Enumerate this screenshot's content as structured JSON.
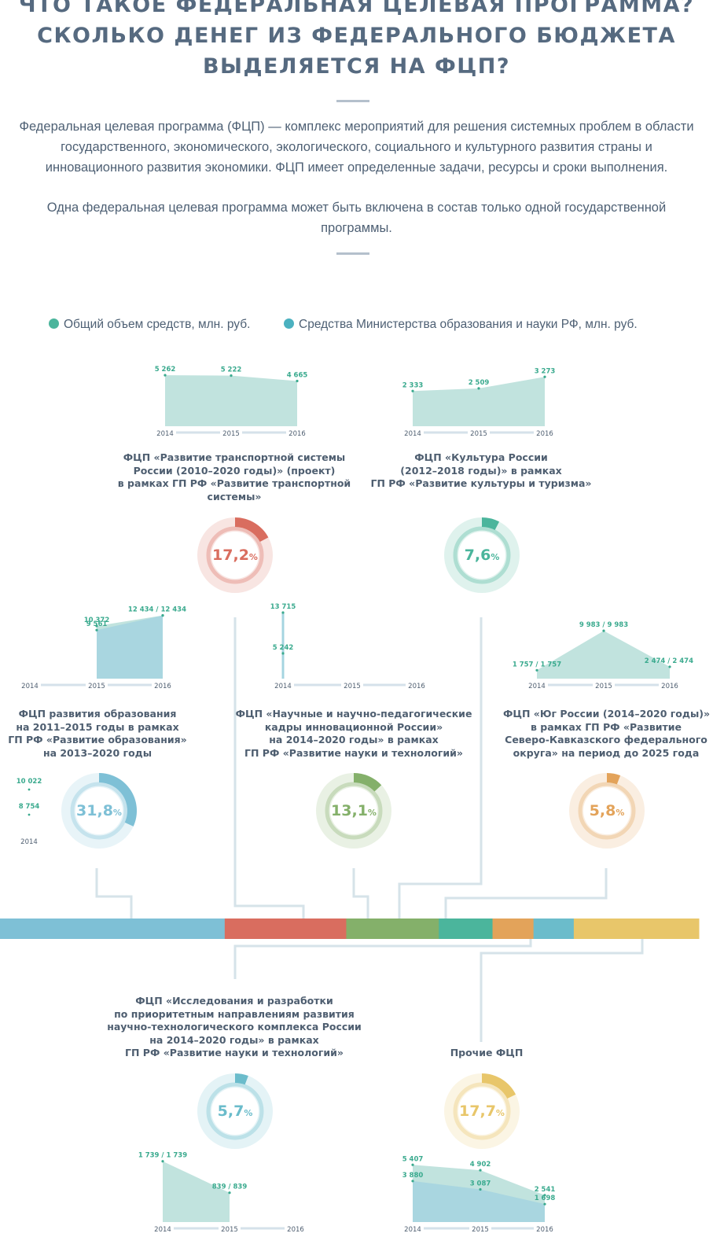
{
  "header": {
    "title_lines": [
      "ЧТО ТАКОЕ ФЕДЕРАЛЬНАЯ ЦЕЛЕВАЯ ПРОГРАММА?",
      "СКОЛЬКО ДЕНЕГ ИЗ ФЕДЕРАЛЬНОГО БЮДЖЕТА",
      "ВЫДЕЛЯЕТСЯ НА ФЦП?"
    ],
    "intro_lines": [
      "Федеральная целевая программа (ФЦП) — комплекс мероприятий для решения системных проблем в области",
      "государственного, экономического, экологического, социального и культурного развития страны и",
      "инновационного развития экономики. ФЦП имеет определенные задачи, ресурсы и сроки выполнения."
    ],
    "note_lines": [
      "Одна федеральная целевая программа может быть включена в состав только одной государственной",
      "программы."
    ]
  },
  "legend": {
    "total": {
      "label": "Общий объем средств, млн. руб.",
      "color": "#4bb59c"
    },
    "ministry": {
      "label": "Средства Министерства  образования и науки РФ, млн. руб.",
      "color": "#4bb1c0"
    }
  },
  "colors": {
    "transport": "#d96d5f",
    "culture": "#4bb59c",
    "education": "#7ec0d6",
    "science_staff": "#84b06a",
    "south": "#e3a35a",
    "research": "#6bbccb",
    "other": "#e8c66a",
    "value_text": "#3aaa8e",
    "area_light": "#b6ded8",
    "area_dark": "#a5d4e0",
    "axis": "#d5e1ea"
  },
  "programs": {
    "transport": {
      "title_lines": [
        "ФЦП «Развитие транспортной системы",
        "России (2010–2020 годы)» (проект)",
        "в рамках ГП РФ «Развитие транспортной",
        "системы»"
      ],
      "percent": "17,2",
      "percent_value": 17.2
    },
    "culture": {
      "title_lines": [
        "ФЦП «Культура России",
        "(2012–2018 годы)» в рамках",
        "ГП РФ «Развитие культуры и туризма»"
      ],
      "percent": "7,6",
      "percent_value": 7.6
    },
    "education": {
      "title_lines": [
        "ФЦП развития образования",
        "на 2011–2015 годы в рамках",
        "ГП РФ «Развитие образования»",
        "на 2013–2020 годы"
      ],
      "percent": "31,8",
      "percent_value": 31.8
    },
    "science_staff": {
      "title_lines": [
        "ФЦП «Научные и научно-педагогические",
        "кадры инновационной России»",
        "на 2014–2020 годы» в рамках",
        "ГП РФ «Развитие науки и технологий»"
      ],
      "percent": "13,1",
      "percent_value": 13.1
    },
    "south": {
      "title_lines": [
        "ФЦП «Юг России (2014–2020 годы)»",
        "в рамках ГП РФ «Развитие",
        "Северо-Кавказского федерального",
        "округа» на период до 2025 года"
      ],
      "percent": "5,8",
      "percent_value": 5.8
    },
    "research": {
      "title_lines": [
        "ФЦП «Исследования и разработки",
        "по приоритетным направлениям развития",
        "научно-технологического комплекса России",
        "на 2014–2020 годы» в рамках",
        "ГП РФ «Развитие науки и технологий»"
      ],
      "percent": "5,7",
      "percent_value": 5.7
    },
    "other": {
      "title_lines": [
        "Прочие ФЦП"
      ],
      "percent": "17,7",
      "percent_value": 17.7
    }
  },
  "chart_data": [
    {
      "id": "transport",
      "type": "area",
      "x": [
        "2014",
        "2015",
        "2016"
      ],
      "series": [
        {
          "values": [
            5262,
            5222,
            4665
          ],
          "labels": [
            "5 262",
            "5 222",
            "4 665"
          ]
        }
      ]
    },
    {
      "id": "culture",
      "type": "area",
      "x": [
        "2014",
        "2015",
        "2016"
      ],
      "series": [
        {
          "values": [
            2333,
            2509,
            3273
          ],
          "labels": [
            "2 333",
            "2 509",
            "3 273"
          ]
        }
      ]
    },
    {
      "id": "education",
      "type": "area",
      "x": [
        "2014",
        "2015",
        "2016"
      ],
      "series": [
        {
          "values": [
            null,
            10372,
            12434
          ],
          "labels": [
            "",
            "10 372",
            "12 434 / 12 434"
          ]
        },
        {
          "values": [
            null,
            9561,
            12434
          ],
          "labels": [
            "",
            "9 561",
            ""
          ]
        }
      ],
      "side_values": {
        "x": "2014",
        "labels": [
          "10 022",
          "8 754"
        ]
      }
    },
    {
      "id": "science_staff",
      "type": "area",
      "x": [
        "2014",
        "2015",
        "2016"
      ],
      "series": [
        {
          "values": [
            13715,
            null,
            null
          ],
          "labels": [
            "13 715",
            "",
            ""
          ]
        },
        {
          "values": [
            5242,
            null,
            null
          ],
          "labels": [
            "5 242",
            "",
            ""
          ]
        }
      ]
    },
    {
      "id": "south",
      "type": "area",
      "x": [
        "2014",
        "2015",
        "2016"
      ],
      "series": [
        {
          "values": [
            1757,
            9983,
            2474
          ],
          "labels": [
            "1 757 / 1 757",
            "9 983 / 9 983",
            "2 474 / 2 474"
          ]
        }
      ]
    },
    {
      "id": "research",
      "type": "area",
      "x": [
        "2014",
        "2015",
        "2016"
      ],
      "series": [
        {
          "values": [
            1739,
            839,
            null
          ],
          "labels": [
            "1 739 / 1 739",
            "839 / 839",
            ""
          ]
        }
      ]
    },
    {
      "id": "other",
      "type": "area",
      "x": [
        "2014",
        "2015",
        "2016"
      ],
      "series": [
        {
          "values": [
            5407,
            4902,
            2541
          ],
          "labels": [
            "5 407",
            "4 902",
            "2 541"
          ]
        },
        {
          "values": [
            3880,
            3087,
            1698
          ],
          "labels": [
            "3 880",
            "3 087",
            "1 698"
          ]
        }
      ]
    },
    {
      "id": "shares",
      "type": "bar",
      "categories": [
        "education",
        "transport",
        "science_staff",
        "culture",
        "south",
        "research",
        "other"
      ],
      "values": [
        31.8,
        17.2,
        13.1,
        7.6,
        5.8,
        5.7,
        17.7
      ]
    }
  ]
}
